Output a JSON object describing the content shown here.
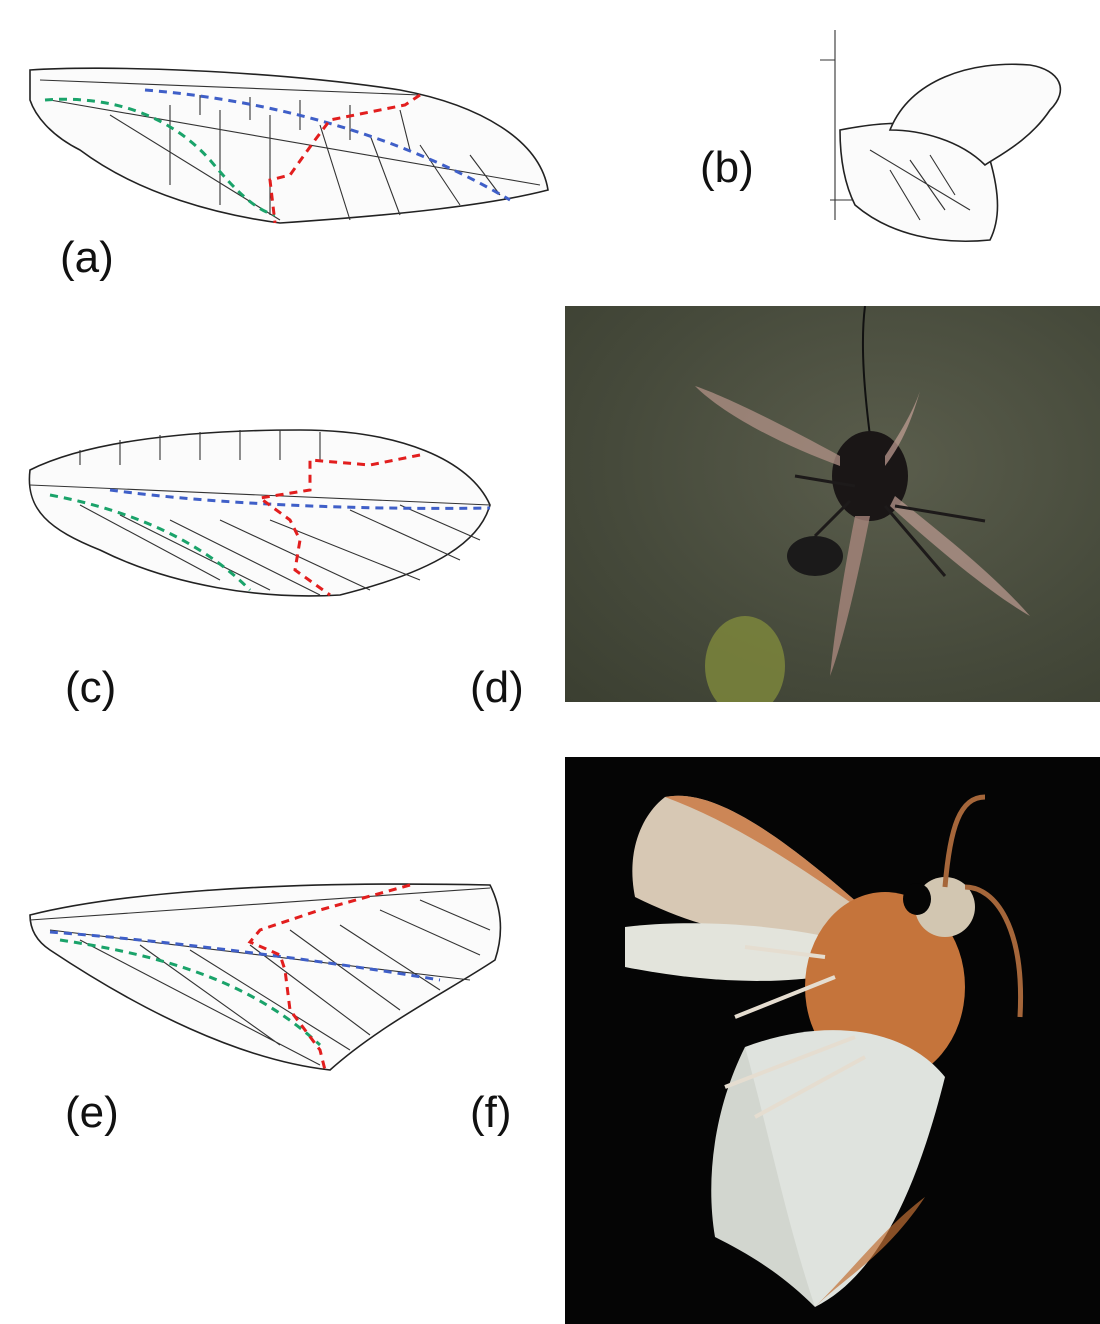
{
  "panels": {
    "a": {
      "label": "(a)"
    },
    "b": {
      "label": "(b)"
    },
    "c": {
      "label": "(c)"
    },
    "d": {
      "label": "(d)"
    },
    "e": {
      "label": "(e)"
    },
    "f": {
      "label": "(f)"
    }
  },
  "colors": {
    "red_dash": "#e21e1e",
    "blue_dash": "#3f5fc8",
    "green_dash": "#1aa36a",
    "photo_d_bg": "#4b4f3f",
    "photo_f_bg": "#050505"
  }
}
